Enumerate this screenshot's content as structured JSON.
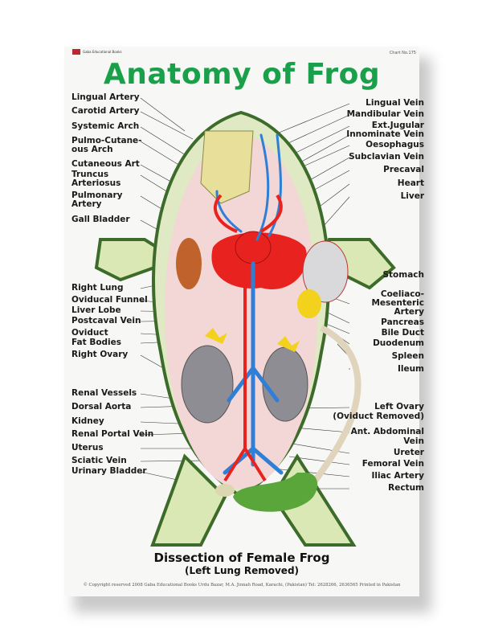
{
  "header": {
    "publisher_logo": "Gaba Educational Books",
    "chart_number": "Chart No.175",
    "title": "Anatomy of Frog"
  },
  "labels_left": [
    "Lingual Artery",
    "Carotid Artery",
    "Systemic Arch",
    "Pulmo-Cutane-",
    "ous Arch",
    "Cutaneous Art",
    "Truncus",
    "Arteriosus",
    "Pulmonary",
    "Artery",
    "Gall Bladder",
    "Right Lung",
    "Oviducal Funnel",
    "Liver Lobe",
    "Postcaval Vein",
    "Oviduct",
    "Fat Bodies",
    "Right Ovary",
    "Renal Vessels",
    "Dorsal Aorta",
    "Kidney",
    "Renal Portal Vein",
    "Uterus",
    "Sciatic Vein",
    "Urinary Bladder"
  ],
  "labels_right": [
    "Lingual Vein",
    "Mandibular Vein",
    "Ext.Jugular",
    "Innominate Vein",
    "Oesophagus",
    "Subclavian Vein",
    "Precaval",
    "Heart",
    "Liver",
    "Stomach",
    "Coeliaco-",
    "Mesenteric",
    "Artery",
    "Pancreas",
    "Bile Duct",
    "Duodenum",
    "Spleen",
    "Ileum",
    "Left Ovary",
    "(Oviduct Removed)",
    "Ant. Abdominal",
    "Vein",
    "Ureter",
    "Femoral Vein",
    "Iliac Artery",
    "Rectum"
  ],
  "footer": {
    "subtitle": "Dissection of Female Frog",
    "subtitle2": "(Left Lung Removed)",
    "copyright": "© Copyright reserved 2008 Gaba Educational Books Urdu Bazar, M.A. Jinnah Road, Karachi, (Pakistan) Tel: 2628266, 2636565 Printed in Pakistan"
  },
  "colors": {
    "title": "#1aa04a",
    "artery": "#e8231f",
    "vein": "#2f7fd6",
    "body": "#f3d6d6",
    "skin": "#c9dca0",
    "kidney": "#8d8d93",
    "fat": "#f2d21c"
  }
}
